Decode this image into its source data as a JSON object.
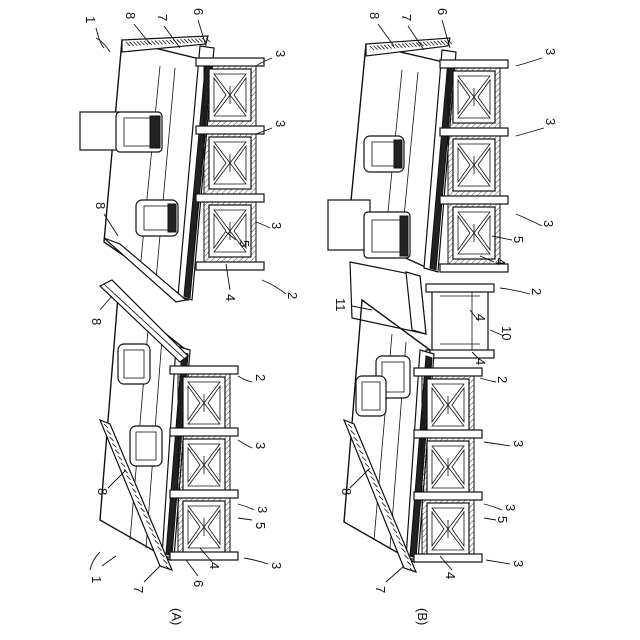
{
  "panels": [
    {
      "caption": "(A)",
      "labels": [
        "1",
        "8",
        "7",
        "6",
        "3",
        "3",
        "8",
        "3",
        "5",
        "4",
        "2",
        "8",
        "2",
        "3",
        "3",
        "5",
        "3",
        "8",
        "1",
        "7",
        "6",
        "4"
      ]
    },
    {
      "caption": "(B)",
      "labels": [
        "8",
        "7",
        "6",
        "3",
        "3",
        "3",
        "5",
        "4",
        "2",
        "11",
        "4",
        "10",
        "4",
        "2",
        "3",
        "3",
        "5",
        "3",
        "8",
        "7",
        "4"
      ]
    }
  ]
}
